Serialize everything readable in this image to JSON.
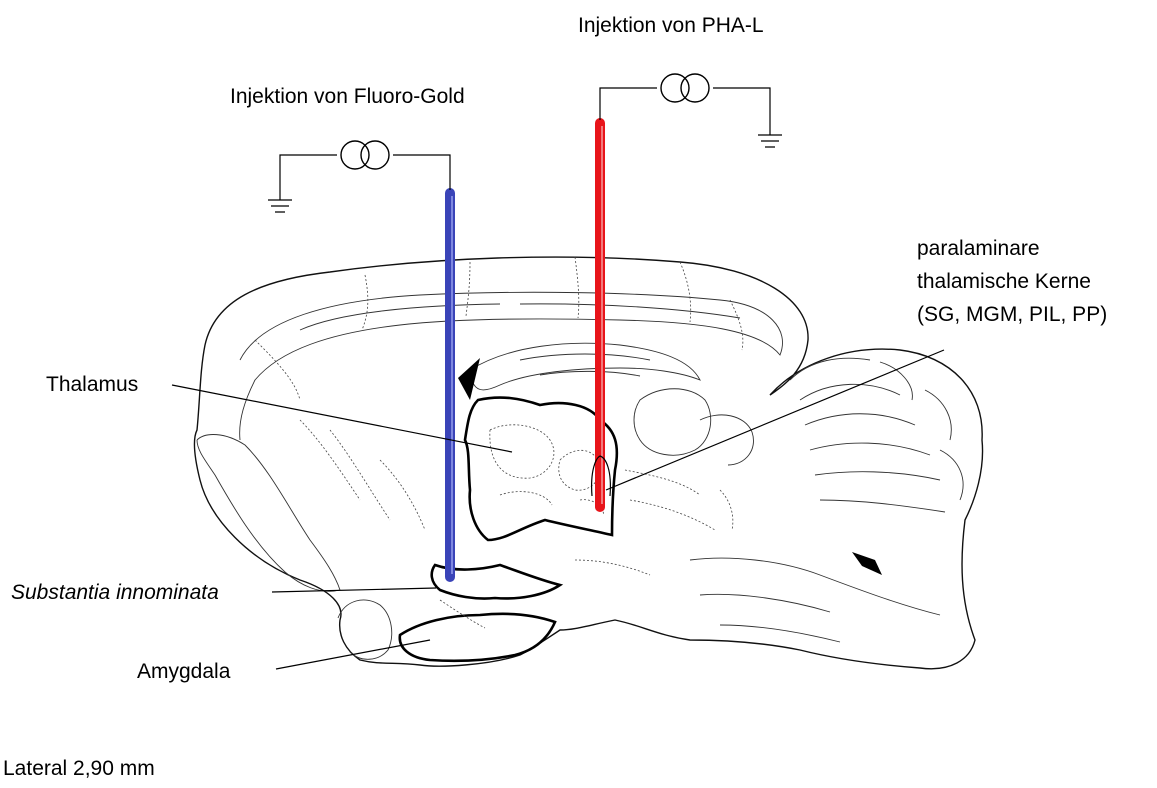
{
  "labels": {
    "pha_injection": "Injektion von PHA-L",
    "fg_injection": "Injektion von Fluoro-Gold",
    "paralaminar_line1": "paralaminare",
    "paralaminar_line2": "thalamische Kerne",
    "paralaminar_line3": "(SG, MGM, PIL, PP)",
    "thalamus": "Thalamus",
    "substantia": "Substantia innominata",
    "amygdala": "Amygdala",
    "lateral": "Lateral 2,90 mm"
  },
  "colors": {
    "fluoro_gold_electrode": "#3a44b8",
    "pha_l_electrode": "#e8141a"
  }
}
